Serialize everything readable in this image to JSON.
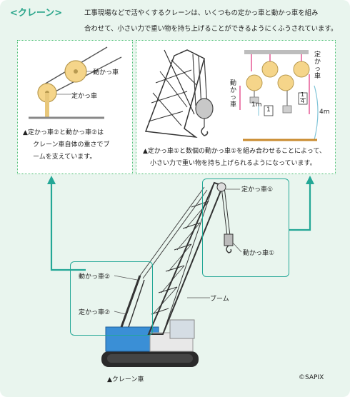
{
  "heading": "<クレーン>",
  "intro_lines": [
    "工事現場などで活やくするクレーンは、いくつもの定かっ車と動かっ車を組み",
    "合わせて、小さい力で重い物を持ち上げることができるようにくふうされています。"
  ],
  "left_box": {
    "labels": {
      "moving": "動かっ車",
      "fixed": "定かっ車"
    },
    "caption_lines": [
      "▲定かっ車②と動かっ車②は",
      "クレーン車自体の重さでブ",
      "ームを支えています。"
    ]
  },
  "right_box": {
    "labels": {
      "fixed": "定かっ車",
      "moving": "動かっ車",
      "one_m": "1m",
      "one": "1",
      "quarter_num": "1",
      "quarter_den": "4",
      "four_m": "4m"
    },
    "caption_lines": [
      "▲定かっ車①と数個の動かっ車①を組み合わせることによって、",
      "小さい力で重い物を持ち上げられるようになっています。"
    ]
  },
  "crane": {
    "labels": {
      "fixed1": "定かっ車①",
      "moving1": "動かっ車①",
      "moving2": "動かっ車②",
      "fixed2": "定かっ車②",
      "boom": "ブーム"
    },
    "caption": "▲クレーン車",
    "credit": "©SAPIX"
  },
  "colors": {
    "accent": "#23a796",
    "dotted": "#4cbf74",
    "pulley": "#f5d58a",
    "rope": "#e0307a",
    "ground": "#c98a2e"
  }
}
